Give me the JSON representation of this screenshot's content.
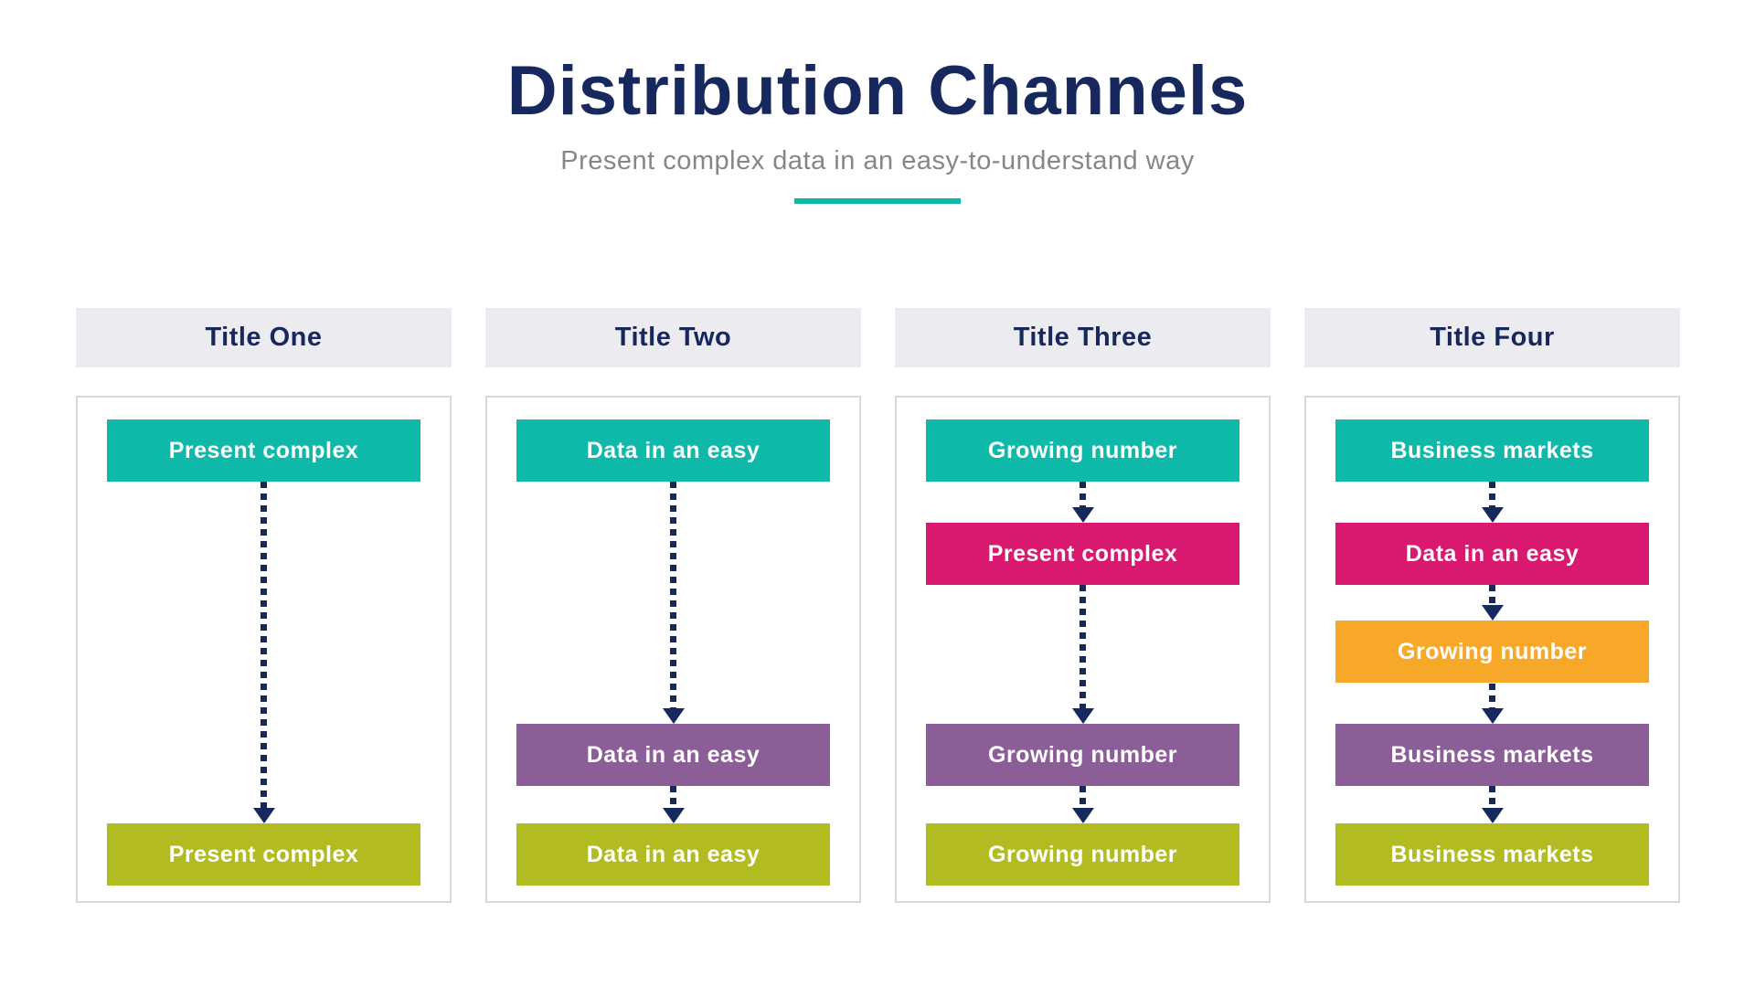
{
  "header": {
    "title": "Distribution Channels",
    "subtitle": "Present complex data in an easy-to-understand way"
  },
  "colors": {
    "navy": "#17285F",
    "teal": "#0FB9AA",
    "pink": "#D9186F",
    "orange": "#F8A829",
    "purple": "#8B5E97",
    "lime": "#B2BC20",
    "header_bg": "#ECEBF0",
    "box_border": "#D8D8DC",
    "subtitle_gray": "#868686"
  },
  "columns": [
    {
      "title": "Title One",
      "bars": [
        {
          "label": "Present complex",
          "color": "teal"
        },
        {
          "label": "Present complex",
          "color": "lime"
        }
      ]
    },
    {
      "title": "Title Two",
      "bars": [
        {
          "label": "Data in an easy",
          "color": "teal"
        },
        {
          "label": "Data in an easy",
          "color": "purple"
        },
        {
          "label": "Data in an easy",
          "color": "lime"
        }
      ]
    },
    {
      "title": "Title Three",
      "bars": [
        {
          "label": "Growing number",
          "color": "teal"
        },
        {
          "label": "Present complex",
          "color": "pink"
        },
        {
          "label": "Growing number",
          "color": "purple"
        },
        {
          "label": "Growing number",
          "color": "lime"
        }
      ]
    },
    {
      "title": "Title Four",
      "bars": [
        {
          "label": "Business markets",
          "color": "teal"
        },
        {
          "label": "Data in an easy",
          "color": "pink"
        },
        {
          "label": "Growing number",
          "color": "orange"
        },
        {
          "label": "Business markets",
          "color": "purple"
        },
        {
          "label": "Business markets",
          "color": "lime"
        }
      ]
    }
  ]
}
